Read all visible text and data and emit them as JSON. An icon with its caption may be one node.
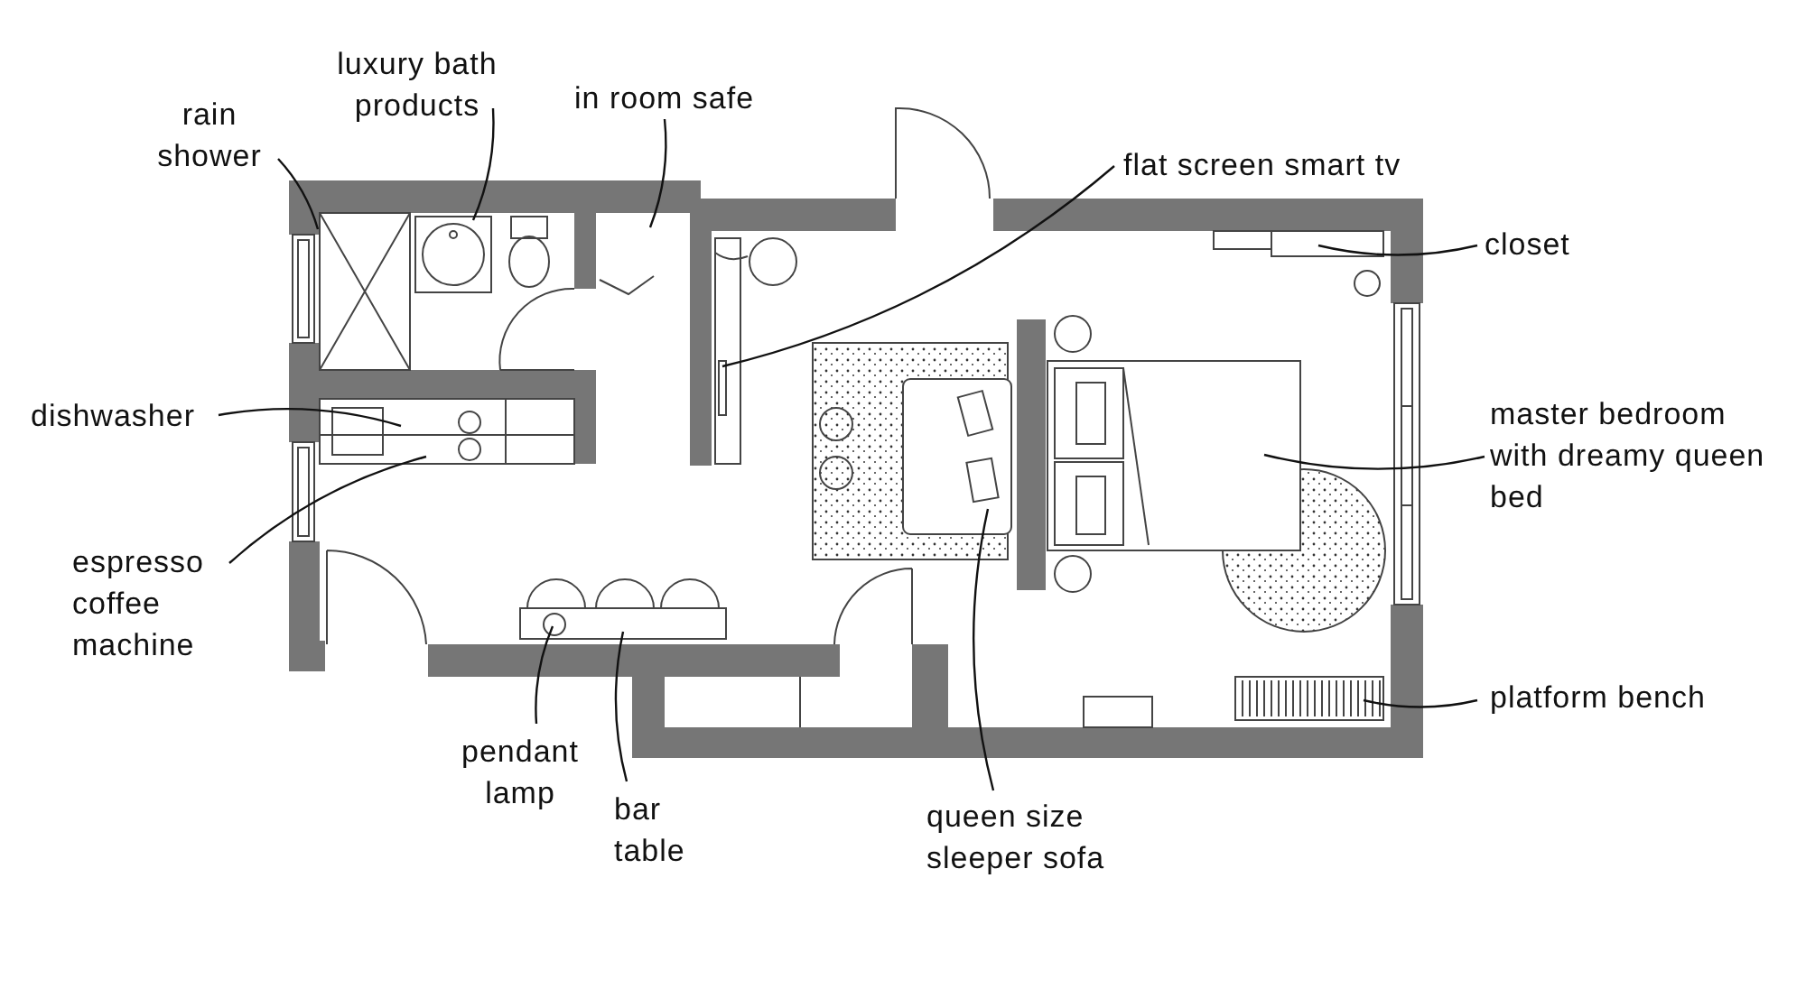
{
  "diagram": {
    "nodes": [
      {
        "text": [
          "rain shower"
        ]
      },
      {
        "text": [
          "luxury bath products"
        ]
      },
      {
        "text": [
          "in room safe"
        ]
      },
      {
        "text": [
          "flat screen smart tv"
        ]
      },
      {
        "text": [
          "closet"
        ]
      },
      {
        "text": [
          "dishwasher"
        ]
      },
      {
        "text": [
          "master bedroom with dreamy queen bed"
        ]
      },
      {
        "text": [
          "espresso coffee machine"
        ]
      },
      {
        "text": [
          "platform bench"
        ]
      },
      {
        "text": [
          "pendant lamp"
        ]
      },
      {
        "text": [
          "bar table"
        ]
      },
      {
        "text": [
          "queen size sleeper sofa"
        ]
      }
    ],
    "edges": [
      {
        "from": 0,
        "to": null,
        "arrow": "none"
      },
      {
        "from": 1,
        "to": null,
        "arrow": "none"
      },
      {
        "from": 2,
        "to": null,
        "arrow": "none"
      },
      {
        "from": 3,
        "to": null,
        "arrow": "none"
      },
      {
        "from": 4,
        "to": null,
        "arrow": "none"
      },
      {
        "from": 5,
        "to": null,
        "arrow": "none"
      },
      {
        "from": 6,
        "to": null,
        "arrow": "none"
      },
      {
        "from": 7,
        "to": null,
        "arrow": "none"
      },
      {
        "from": 8,
        "to": null,
        "arrow": "none"
      },
      {
        "from": 9,
        "to": null,
        "arrow": "none"
      },
      {
        "from": 10,
        "to": null,
        "arrow": "none"
      },
      {
        "from": 11,
        "to": null,
        "arrow": "none"
      }
    ]
  }
}
